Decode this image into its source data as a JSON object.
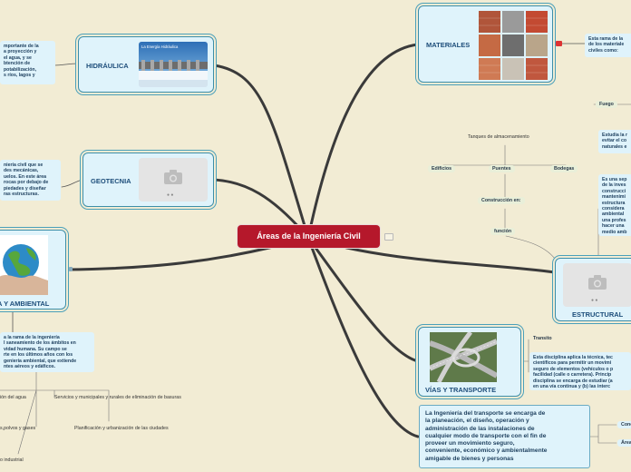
{
  "central": {
    "title": "Áreas de la Ingeniería Civil"
  },
  "nodes": {
    "hidraulica": {
      "title": "HIDRÁULICA",
      "image_caption": "La Energía Hidráulica"
    },
    "geotecnia": {
      "title": "GEOTECNIA"
    },
    "ambiental": {
      "title": "A Y AMBIENTAL"
    },
    "materiales": {
      "title": "MATERIALES"
    },
    "estructural": {
      "title": "ESTRUCTURAL"
    },
    "vias": {
      "title": "VÍAS Y TRANSPORTE"
    }
  },
  "notes": {
    "hidraulica": "mportante de la\na proyección y\nel agua, y se\nbtención de\npotabilización,\ns ríos, lagos y",
    "geotecnia": "niería civil que se\ndes mecánicas,\nuelos. En este área\nrocas por debajo de\npiedades y diseñar\nras estructuras.",
    "ambiental": "a la rama de la ingeniería\nl saneamiento de los ámbitos en\nvidad humana. Su campo se\nrte en los últimos años con los\ngeniería ambiental, que extiende\nntes aéreos y edáficos.",
    "materiales": "Esta rama de la\nde los materiale\nciviles como:",
    "fuego": "Estudia la r\nevitar el co\nnaturales e",
    "estructural": "Es una sep\nde la inves\nconstrucci\nmantenimi\nestructura\nconsidera\nambiental\nuna profes\nhacer una\nmedio amb",
    "vias": "Esta disciplina aplica la técnica, tec\ncientíficos para permitir un movimi\nseguro de elementos (vehículos o p\nfacilidad (calle o carretera). Princip\ndisciplina se encarga de estudiar (a\nen una vía continua y (b) las interc",
    "transporte_def": "La Ingeniería del transporte se encarga de\nla planeación, el diseño, operación y\nadministración de las instalaciones de\ncualquier modo de transporte con el fin de\nproveer un movimiento seguro,\nconveniente, económico y ambientalmente\namigable de bienes y personas"
  },
  "labels": {
    "tanques": "Tanques de almacenamiento",
    "edificios": "Edificios",
    "puentes": "Puentes",
    "bodegas": "Bodegas",
    "construccion": "Construcción en:",
    "funcion": "función",
    "fuego": "Fuego",
    "transito": "Transito",
    "agua": "ión del agua",
    "servicios": "Servicios y municipales y rurales de eliminación de basuras",
    "polvos": "s,polvos y gases",
    "planificacion": "Planificación y urbanización de las ciudades",
    "industrial": "o industrial",
    "conc": "Conc",
    "area": "Área"
  }
}
